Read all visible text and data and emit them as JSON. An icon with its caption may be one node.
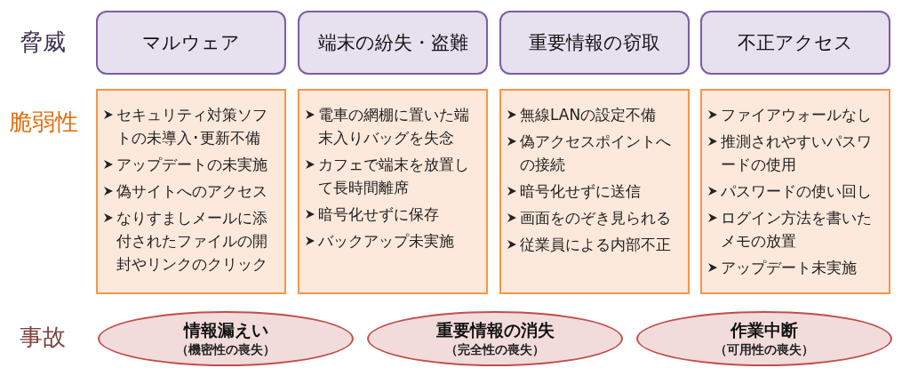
{
  "diagram": {
    "nodes": [
      {
        "text": [
          "マルウェア"
        ]
      },
      {
        "text": [
          "端末の紛失・盗難"
        ]
      },
      {
        "text": [
          "重要情報の窃取"
        ]
      },
      {
        "text": [
          "不正アクセス"
        ]
      },
      {
        "text": [
          "セキュリティ対策ソフトの未導入･更新不備",
          "アップデートの未実施",
          "偽サイトへのアクセス",
          "なりすましメールに添付されたファイルの開封やリンクのクリック"
        ]
      },
      {
        "text": [
          "電車の網棚に置いた端末入りバッグを失念",
          "カフェで端末を放置して長時間離席",
          "暗号化せずに保存",
          "バックアップ未実施"
        ]
      },
      {
        "text": [
          "無線LANの設定不備",
          "偽アクセスポイントへの接続",
          "暗号化せずに送信",
          "画面をのぞき見られる",
          "従業員による内部不正"
        ]
      },
      {
        "text": [
          "ファイアウォールなし",
          "推測されやすいパスワードの使用",
          "パスワードの使い回し",
          "ログイン方法を書いたメモの放置",
          "アップデート未実施"
        ]
      },
      {
        "text": [
          "情報漏えい",
          "（機密性の喪失）"
        ]
      },
      {
        "text": [
          "重要情報の消失",
          "（完全性の喪失）"
        ]
      },
      {
        "text": [
          "作業中断",
          "（可用性の喪失）"
        ]
      }
    ],
    "edges": [],
    "labels": [
      "脅威",
      "脆弱性",
      "事故"
    ]
  }
}
